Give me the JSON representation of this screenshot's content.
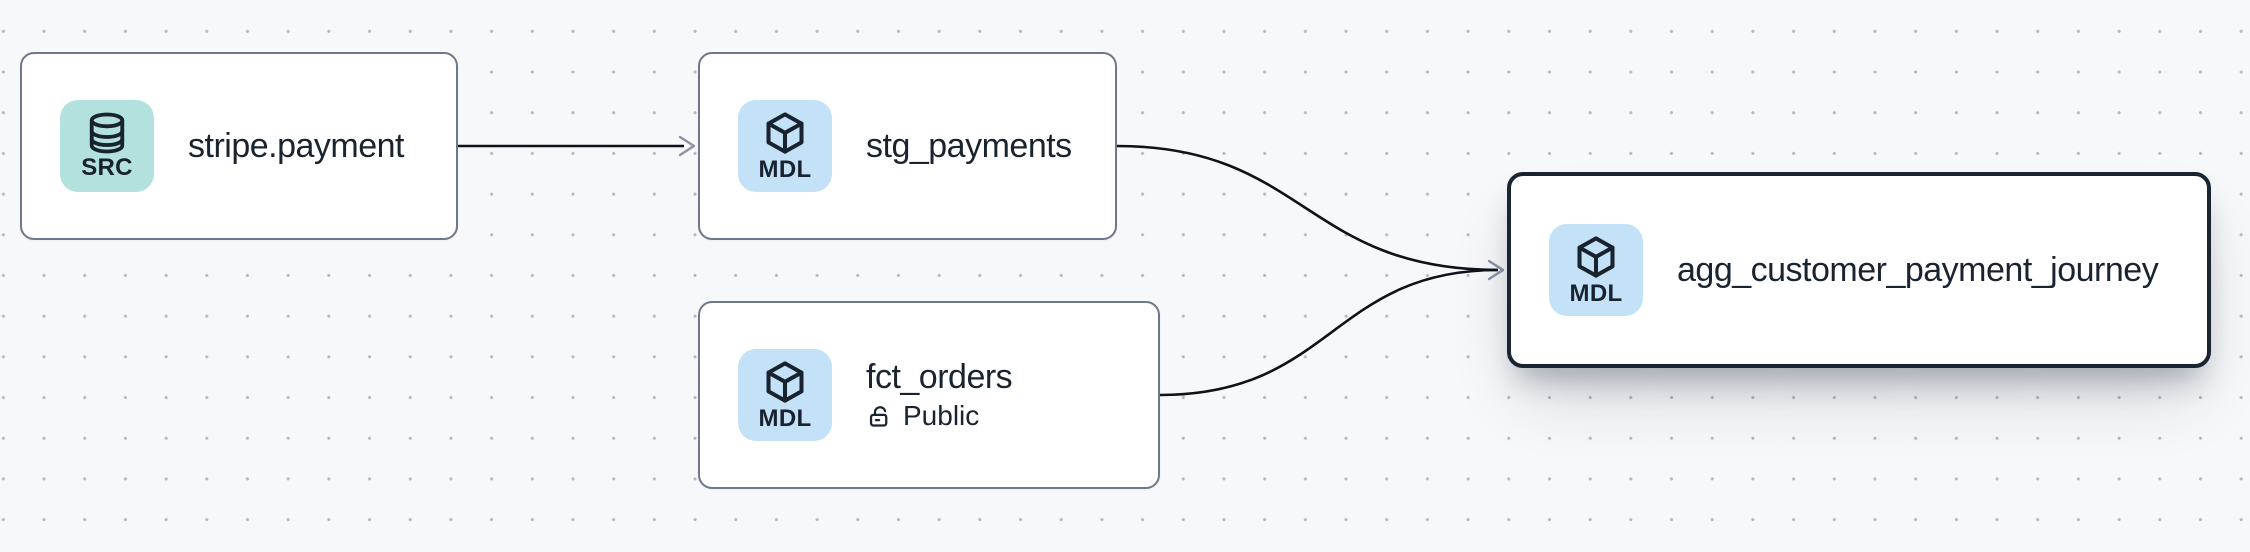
{
  "canvas": {
    "background_color": "#f7f8fa",
    "dot_color": "#b2b8c2",
    "edge_color": "#0e1319",
    "arrowhead_color": "#8a93a2",
    "node_border_color": "#6e7888",
    "selected_node_border_color": "#1b2433",
    "title_text_color": "#1a2330"
  },
  "nodes": [
    {
      "id": "stripe_payment",
      "title": "stripe.payment",
      "badge": {
        "label": "SRC",
        "icon": "database-icon",
        "bg": "#b3e1dd"
      },
      "selected": false
    },
    {
      "id": "stg_payments",
      "title": "stg_payments",
      "badge": {
        "label": "MDL",
        "icon": "cube-icon",
        "bg": "#c3e2f8"
      },
      "selected": false
    },
    {
      "id": "fct_orders",
      "title": "fct_orders",
      "badge": {
        "label": "MDL",
        "icon": "cube-icon",
        "bg": "#c3e2f8"
      },
      "access": "Public",
      "access_icon": "unlock-icon",
      "selected": false
    },
    {
      "id": "agg_customer_payment_journey",
      "title": "agg_customer_payment_journey",
      "badge": {
        "label": "MDL",
        "icon": "cube-icon",
        "bg": "#c3e2f8"
      },
      "selected": true
    }
  ],
  "edges": [
    {
      "from": "stripe_payment",
      "to": "stg_payments"
    },
    {
      "from": "stg_payments",
      "to": "agg_customer_payment_journey"
    },
    {
      "from": "fct_orders",
      "to": "agg_customer_payment_journey"
    }
  ]
}
